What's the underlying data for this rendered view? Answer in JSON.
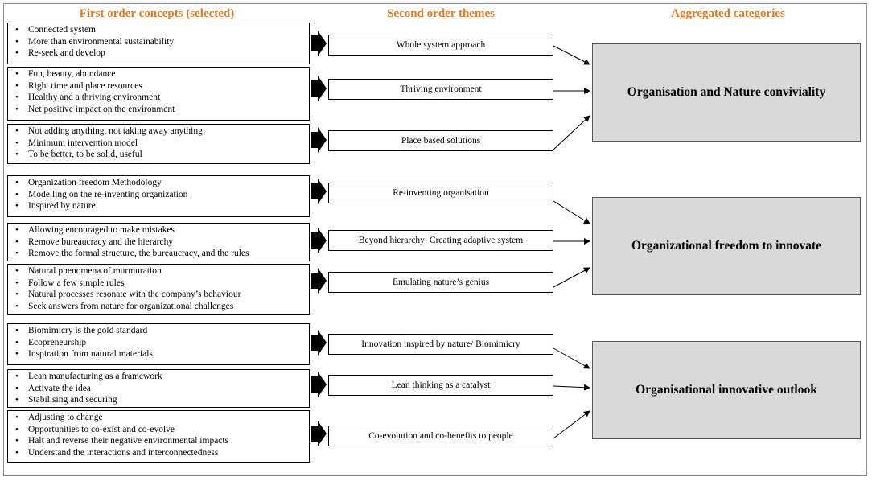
{
  "headers": {
    "first": "First order concepts (selected)",
    "second": "Second order themes",
    "third": "Aggregated categories"
  },
  "groups": [
    {
      "category": "Organisation and Nature conviviality",
      "rows": [
        {
          "theme": "Whole system approach",
          "concepts": [
            "Connected system",
            "More than environmental sustainability",
            "Re-seek and develop"
          ]
        },
        {
          "theme": "Thriving environment",
          "concepts": [
            "Fun, beauty, abundance",
            "Right time and place resources",
            "Healthy and a thriving environment",
            "Net positive impact on the environment"
          ]
        },
        {
          "theme": "Place based solutions",
          "concepts": [
            "Not adding anything, not taking away anything",
            "Minimum intervention model",
            "To be better, to be solid, useful"
          ]
        }
      ]
    },
    {
      "category": "Organizational freedom to innovate",
      "rows": [
        {
          "theme": "Re-inventing organisation",
          "concepts": [
            "Organization freedom Methodology",
            "Modelling on the re-inventing organization",
            "Inspired by nature"
          ]
        },
        {
          "theme": "Beyond hierarchy: Creating adaptive system",
          "concepts": [
            "Allowing encouraged to make mistakes",
            "Remove bureaucracy and the hierarchy",
            "Remove the formal structure, the bureaucracy, and the rules"
          ]
        },
        {
          "theme": "Emulating nature’s genius",
          "concepts": [
            "Natural phenomena of murmuration",
            "Follow a few simple rules",
            "Natural processes resonate with the company’s behaviour",
            "Seek answers from nature for organizational challenges"
          ]
        }
      ]
    },
    {
      "category": "Organisational innovative outlook",
      "rows": [
        {
          "theme": "Innovation inspired by nature/ Biomimicry",
          "concepts": [
            "Biomimicry is the gold standard",
            "Ecopreneurship",
            "Inspiration from natural materials"
          ]
        },
        {
          "theme": "Lean thinking as a catalyst",
          "concepts": [
            "Lean manufacturing as a framework",
            "Activate the idea",
            "Stabilising and securing"
          ]
        },
        {
          "theme": "Co-evolution and co-benefits to people",
          "concepts": [
            "Adjusting to change",
            "Opportunities to co-exist and co-evolve",
            "Halt and reverse their negative environmental impacts",
            "Understand the interactions and interconnectedness"
          ]
        }
      ]
    }
  ]
}
